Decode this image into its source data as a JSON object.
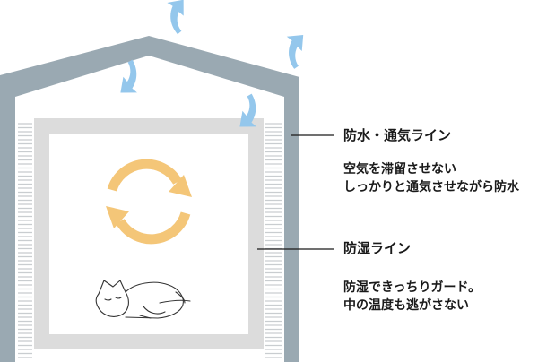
{
  "colors": {
    "wall": "#9aa9b2",
    "inner_frame": "#dcdcdc",
    "arrow": "#94c7ec",
    "cycle": "#f4c678",
    "slat": "#c9cdd0",
    "leader": "#1a1a1a"
  },
  "icons": {
    "airflow": "curved-arrow-icon",
    "circulation": "circular-arrows-icon",
    "resident": "sleeping-cat-icon"
  },
  "callouts": [
    {
      "title": "防水・通気ライン",
      "lines": [
        "空気を滞留させない",
        "しっかりと通気させながら防水"
      ]
    },
    {
      "title": "防湿ライン",
      "lines": [
        "防湿できっちりガード。",
        "中の温度も逃がさない"
      ]
    }
  ]
}
